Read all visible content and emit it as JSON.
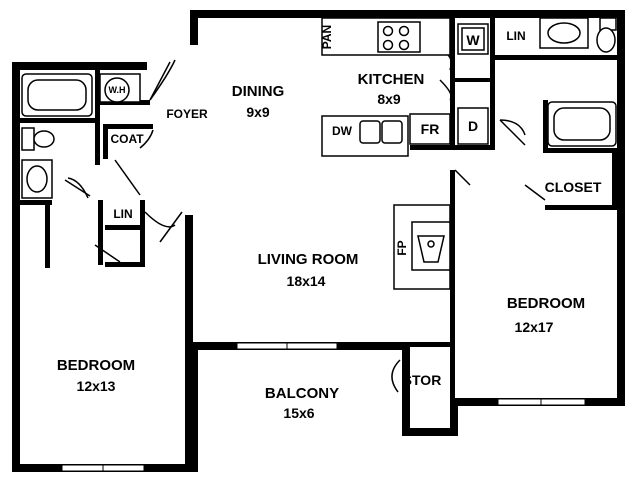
{
  "rooms": {
    "dining": {
      "name": "DINING",
      "dims": "9x9"
    },
    "kitchen": {
      "name": "KITCHEN",
      "dims": "8x9"
    },
    "living": {
      "name": "LIVING ROOM",
      "dims": "18x14"
    },
    "bedroom_left": {
      "name": "BEDROOM",
      "dims": "12x13"
    },
    "bedroom_right": {
      "name": "BEDROOM",
      "dims": "12x17"
    },
    "balcony": {
      "name": "BALCONY",
      "dims": "15x6"
    }
  },
  "labels": {
    "foyer": "FOYER",
    "coat": "COAT",
    "wh": "W.H",
    "lin_left": "LIN",
    "lin_right": "LIN",
    "pan": "PAN",
    "washer": "W",
    "dryer": "D",
    "fridge": "FR",
    "dishwasher": "DW",
    "closet": "CLOSET",
    "stor": "STOR",
    "fireplace": "FP"
  }
}
